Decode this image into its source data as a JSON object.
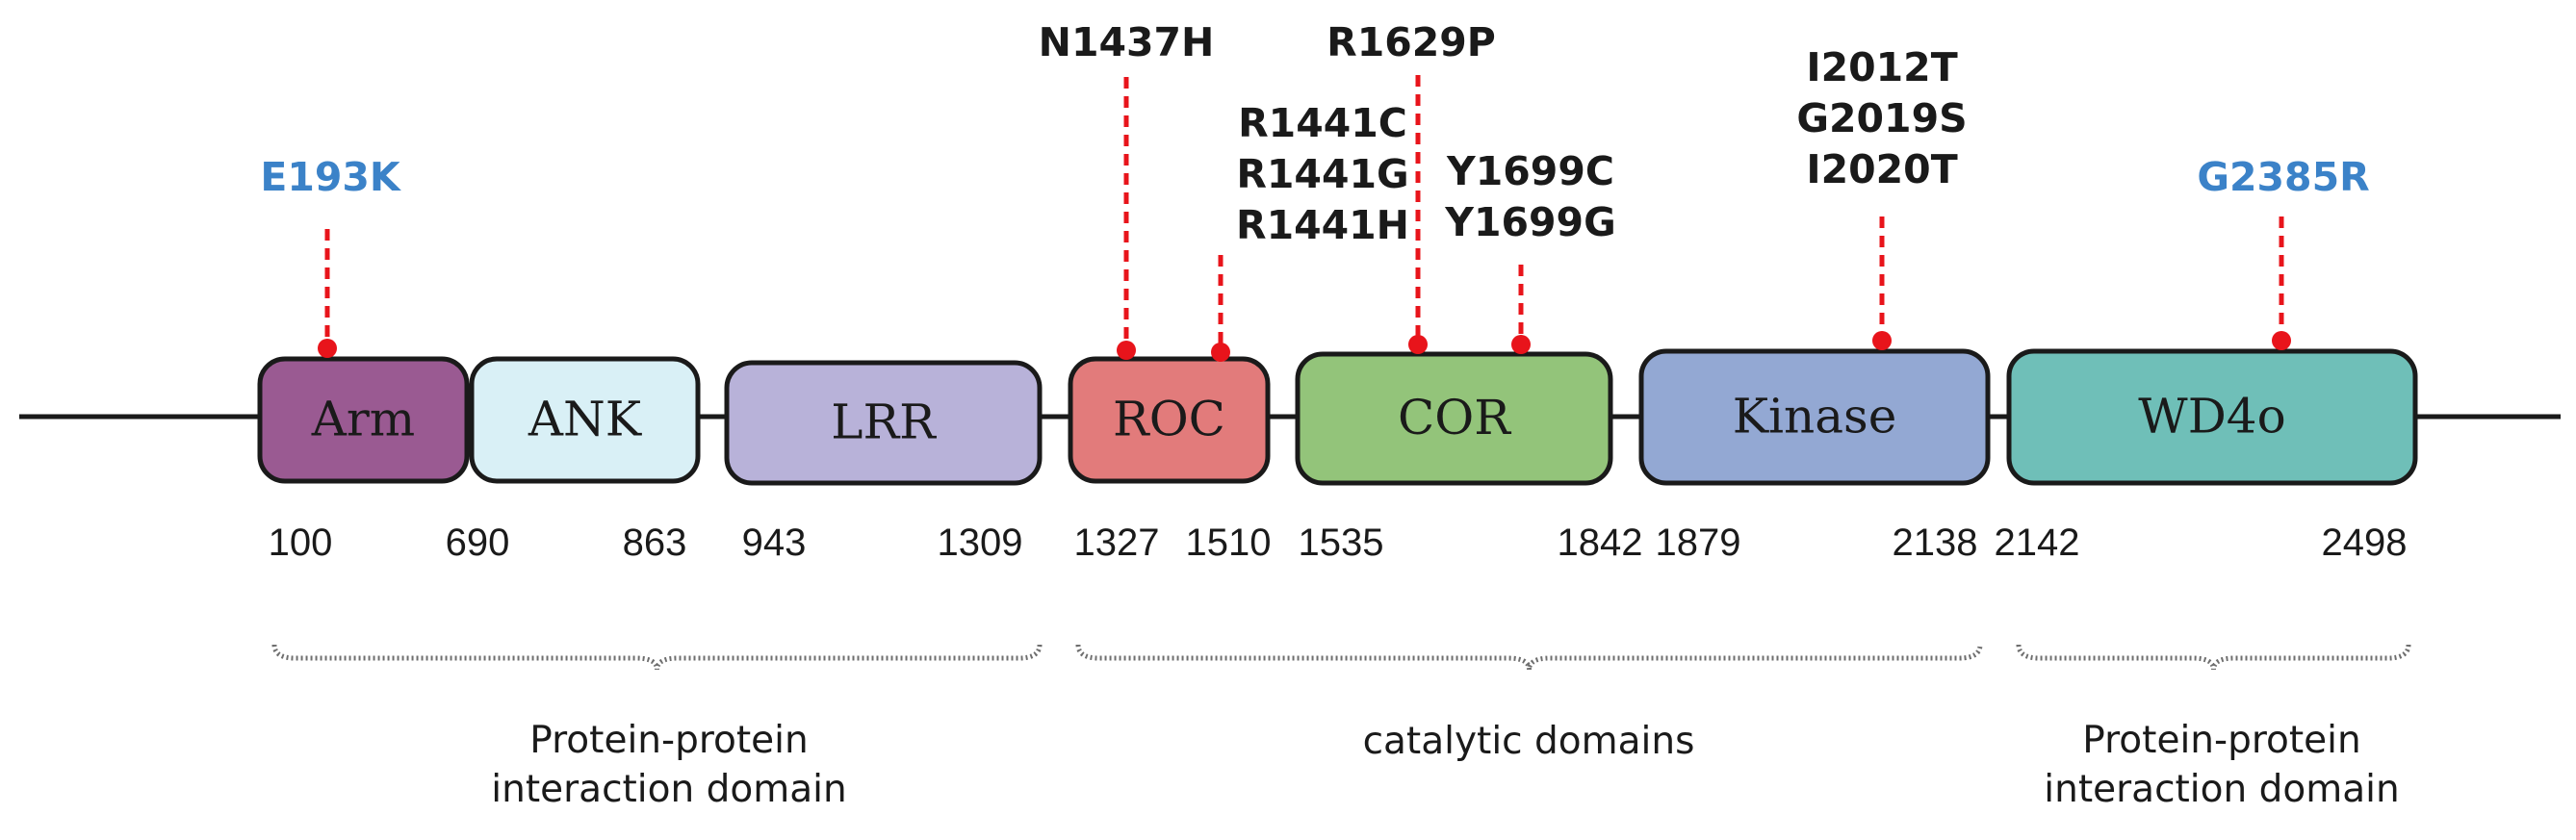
{
  "colors": {
    "mutation_black": "#1a1a1a",
    "mutation_blue": "#3b82c8",
    "marker_red": "#e8141b",
    "backbone": "#1a1a1a"
  },
  "domains": [
    {
      "id": "arm",
      "label": "Arm",
      "fill": "#9a5a92"
    },
    {
      "id": "ank",
      "label": "ANK",
      "fill": "#d9f0f6"
    },
    {
      "id": "lrr",
      "label": "LRR",
      "fill": "#b8b2d9"
    },
    {
      "id": "roc",
      "label": "ROC",
      "fill": "#e27b7b"
    },
    {
      "id": "cor",
      "label": "COR",
      "fill": "#93c47a"
    },
    {
      "id": "kinase",
      "label": "Kinase",
      "fill": "#93a8d3"
    },
    {
      "id": "wd40",
      "label": "WD4o",
      "fill": "#6fbfb8"
    }
  ],
  "positions": [
    "100",
    "690",
    "863",
    "943",
    "1309",
    "1327",
    "1510",
    "1535",
    "1842",
    "1879",
    "2138",
    "2142",
    "2498"
  ],
  "mutations": [
    {
      "id": "e193k",
      "lines": [
        "E193K"
      ],
      "color": "blue"
    },
    {
      "id": "n1437h",
      "lines": [
        "N1437H"
      ],
      "color": "black"
    },
    {
      "id": "r1441",
      "lines": [
        "R1441C",
        "R1441G",
        "R1441H"
      ],
      "color": "black"
    },
    {
      "id": "r1629p",
      "lines": [
        "R1629P"
      ],
      "color": "black"
    },
    {
      "id": "y1699",
      "lines": [
        "Y1699C",
        "Y1699G"
      ],
      "color": "black"
    },
    {
      "id": "kinase-muts",
      "lines": [
        "I2012T",
        "G2019S",
        "I2020T"
      ],
      "color": "black"
    },
    {
      "id": "g2385r",
      "lines": [
        "G2385R"
      ],
      "color": "blue"
    }
  ],
  "groups": [
    {
      "id": "ppi-1",
      "lines": [
        "Protein-protein",
        "interaction domain"
      ]
    },
    {
      "id": "catalytic",
      "lines": [
        "catalytic domains"
      ]
    },
    {
      "id": "ppi-2",
      "lines": [
        "Protein-protein",
        "interaction domain"
      ]
    }
  ]
}
